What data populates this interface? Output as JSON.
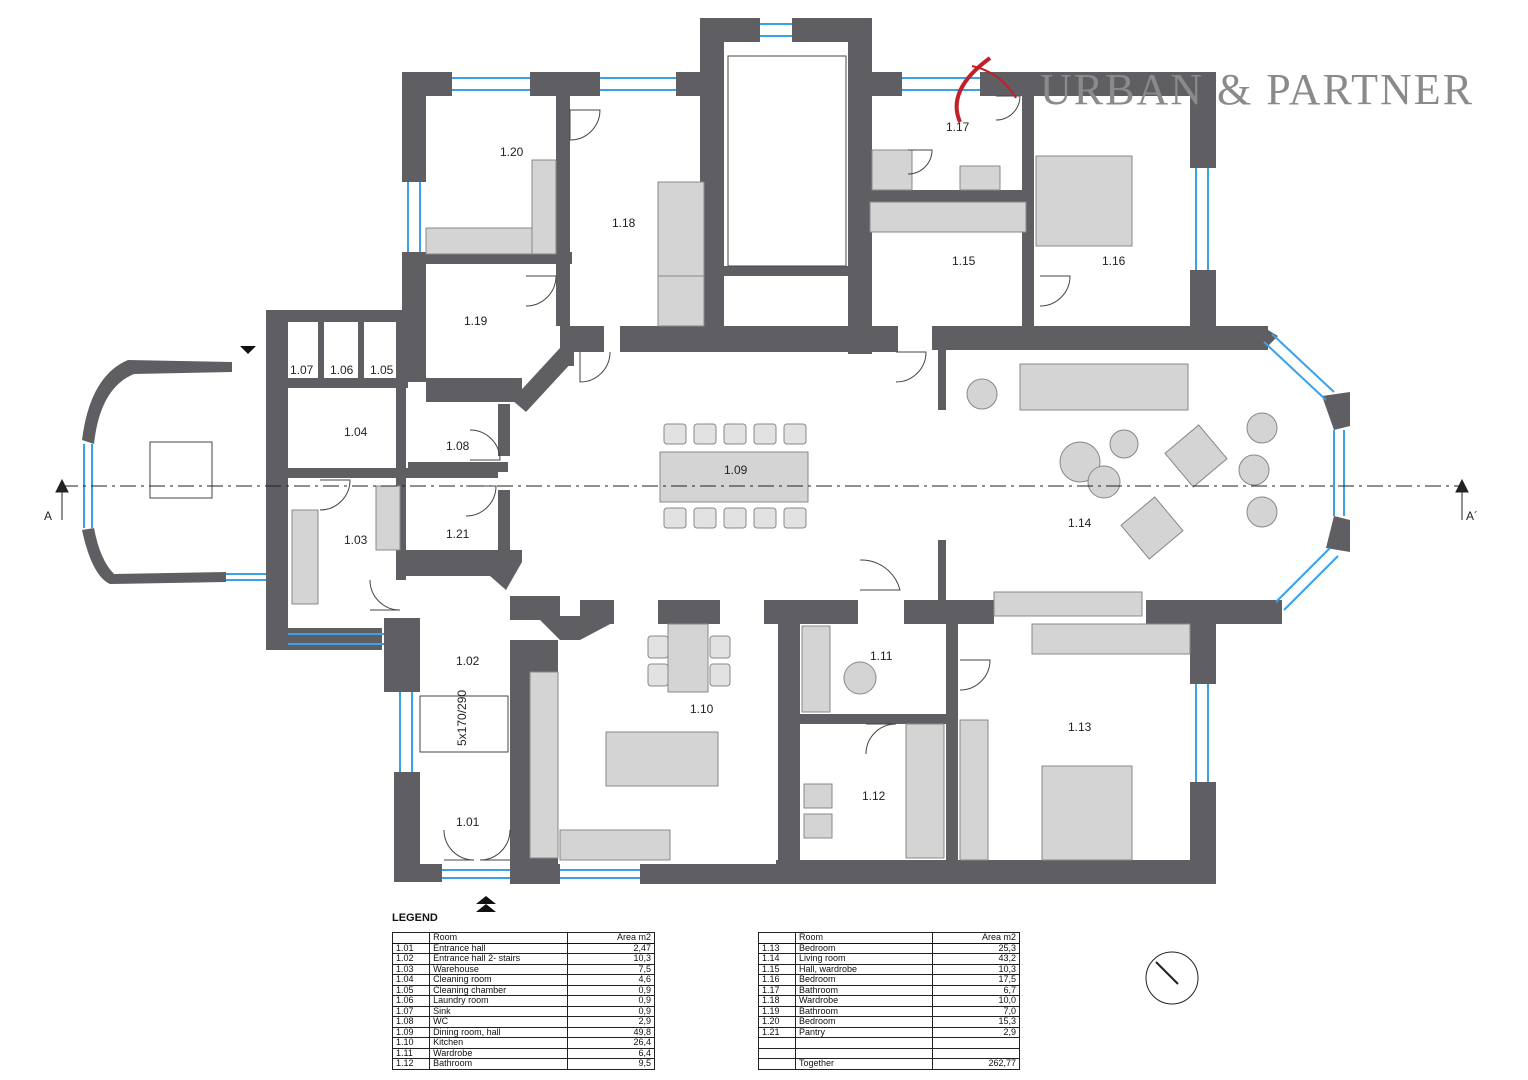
{
  "brand": {
    "name": "URBAN & PARTNER",
    "accent_color": "#c0202a"
  },
  "section_marks": {
    "left": "A",
    "right": "A´"
  },
  "rooms": [
    {
      "id": "1.01"
    },
    {
      "id": "1.02"
    },
    {
      "id": "1.03"
    },
    {
      "id": "1.04"
    },
    {
      "id": "1.05"
    },
    {
      "id": "1.06"
    },
    {
      "id": "1.07"
    },
    {
      "id": "1.08"
    },
    {
      "id": "1.09"
    },
    {
      "id": "1.10"
    },
    {
      "id": "1.11"
    },
    {
      "id": "1.12"
    },
    {
      "id": "1.13"
    },
    {
      "id": "1.14"
    },
    {
      "id": "1.15"
    },
    {
      "id": "1.16"
    },
    {
      "id": "1.17"
    },
    {
      "id": "1.18"
    },
    {
      "id": "1.19"
    },
    {
      "id": "1.20"
    },
    {
      "id": "1.21"
    }
  ],
  "stair_label": "5x170/290",
  "legend": {
    "title": "LEGEND",
    "headers": {
      "room": "Room",
      "area": "Area m2"
    },
    "left": [
      {
        "no": "1.01",
        "name": "Entrance hall",
        "area": "2,47"
      },
      {
        "no": "1.02",
        "name": "Entrance hall 2- stairs",
        "area": "10,3"
      },
      {
        "no": "1.03",
        "name": "Warehouse",
        "area": "7,5"
      },
      {
        "no": "1.04",
        "name": "Cleaning room",
        "area": "4,6"
      },
      {
        "no": "1.05",
        "name": "Cleaning chamber",
        "area": "0,9"
      },
      {
        "no": "1.06",
        "name": "Laundry room",
        "area": "0,9"
      },
      {
        "no": "1.07",
        "name": "Sink",
        "area": "0,9"
      },
      {
        "no": "1.08",
        "name": "WC",
        "area": "2,9"
      },
      {
        "no": "1.09",
        "name": "Dining room, hall",
        "area": "49,8"
      },
      {
        "no": "1.10",
        "name": "Kitchen",
        "area": "26,4"
      },
      {
        "no": "1.11",
        "name": "Wardrobe",
        "area": "6,4"
      },
      {
        "no": "1.12",
        "name": "Bathroom",
        "area": "9,5"
      }
    ],
    "right": [
      {
        "no": "1.13",
        "name": "Bedroom",
        "area": "25,3"
      },
      {
        "no": "1.14",
        "name": "Living room",
        "area": "43,2"
      },
      {
        "no": "1.15",
        "name": "Hall, wardrobe",
        "area": "10,3"
      },
      {
        "no": "1.16",
        "name": "Bedroom",
        "area": "17,5"
      },
      {
        "no": "1.17",
        "name": "Bathroom",
        "area": "6,7"
      },
      {
        "no": "1.18",
        "name": "Wardrobe",
        "area": "10,0"
      },
      {
        "no": "1.19",
        "name": "Bathroom",
        "area": "7,0"
      },
      {
        "no": "1.20",
        "name": "Bedroom",
        "area": "15,3"
      },
      {
        "no": "1.21",
        "name": "Pantry",
        "area": "2,9"
      }
    ],
    "total": {
      "label": "Together",
      "area": "262,77"
    }
  },
  "colors": {
    "wall": "#5f5f63",
    "furniture": "#d4d4d4",
    "window": "#3aa0e8",
    "line": "#222222"
  }
}
